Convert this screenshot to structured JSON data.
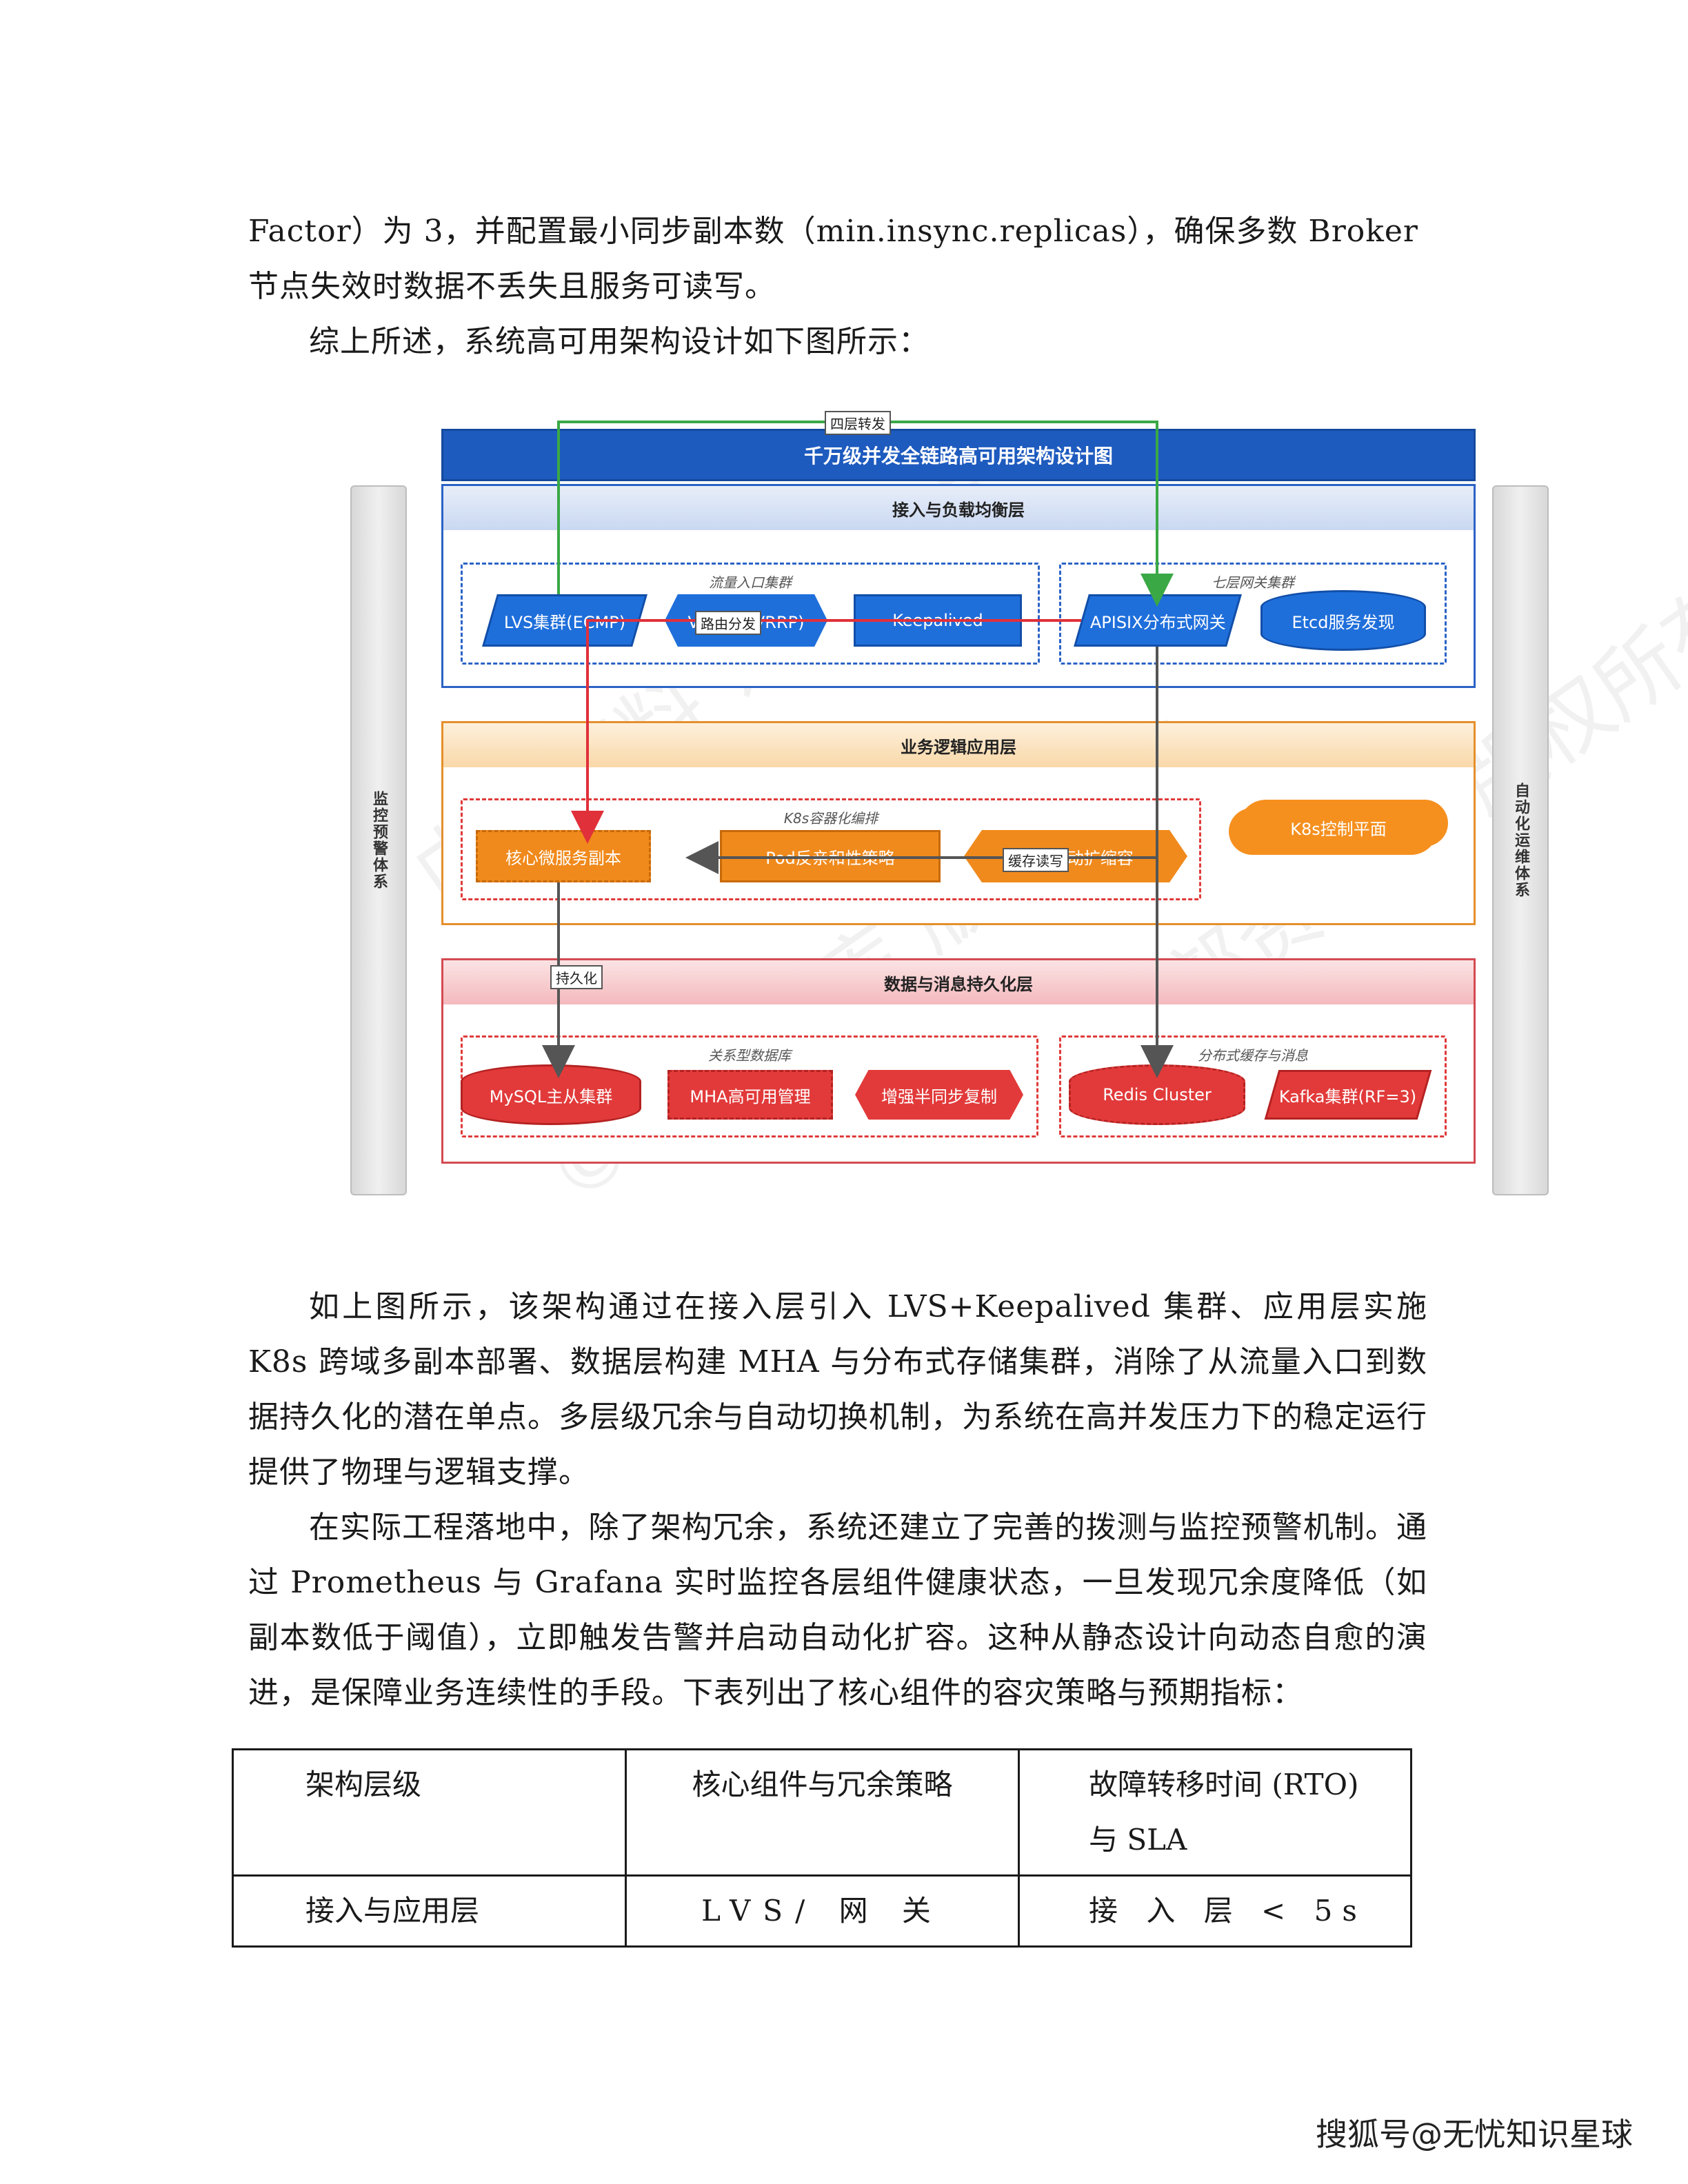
{
  "paragraphs": {
    "p1": "Factor）为 3，并配置最小同步副本数（min.insync.replicas），确保多数 Broker 节点失效时数据不丢失且服务可读写。",
    "p2": "综上所述，系统高可用架构设计如下图所示：",
    "p3": "如上图所示，该架构通过在接入层引入 LVS+Keepalived 集群、应用层实施 K8s 跨域多副本部署、数据层构建 MHA 与分布式存储集群，消除了从流量入口到数据持久化的潜在单点。多层级冗余与自动切换机制，为系统在高并发压力下的稳定运行提供了物理与逻辑支撑。",
    "p4": "在实际工程落地中，除了架构冗余，系统还建立了完善的拨测与监控预警机制。通过 Prometheus 与 Grafana 实时监控各层组件健康状态，一旦发现冗余度降低（如副本数低于阈值），立即触发告警并启动自动化扩容。这种从静态设计向动态自愈的演进，是保障业务连续性的手段。下表列出了核心组件的容灾策略与预期指标："
  },
  "diagram": {
    "title": "千万级并发全链路高可用架构设计图",
    "left_sidebar": "监控预警体系",
    "right_sidebar": "自动化运维体系",
    "layers": {
      "access": "接入与负载均衡层",
      "app": "业务逻辑应用层",
      "data": "数据与消息持久化层"
    },
    "groups": {
      "traffic": "流量入口集群",
      "gateway": "七层网关集群",
      "k8s": "K8s容器化编排",
      "rdb": "关系型数据库",
      "dist": "分布式缓存与消息"
    },
    "nodes": {
      "lvs": "LVS集群(ECMP)",
      "vip": "VIP漂移(VRRP)",
      "keepalived": "Keepalived",
      "apisix": "APISIX分布式网关",
      "etcd": "Etcd服务发现",
      "micro": "核心微服务副本",
      "pod": "Pod反亲和性策略",
      "hpa": "HPA自动扩缩容",
      "k8s_ctrl": "K8s控制平面",
      "mysql": "MySQL主从集群",
      "mha": "MHA高可用管理",
      "semisync": "增强半同步复制",
      "redis": "Redis Cluster",
      "kafka": "Kafka集群(RF=3)"
    },
    "arrows": {
      "l4": "四层转发",
      "route": "路由分发",
      "cache": "缓存读写",
      "persist": "持久化"
    },
    "watermark": [
      "内部资料 请勿外传",
      "©无忧智库 版权所有",
      "内部资料库 版权所有"
    ]
  },
  "table": {
    "headers": [
      "架构层级",
      "核心组件与冗余策略",
      "故障转移时间 (RTO) 与 SLA"
    ],
    "rows": [
      [
        "接入与应用层",
        "LVS/ 网 关",
        "接 入 层 < 5s"
      ]
    ]
  },
  "footer": "搜狐号@无忧知识星球",
  "colors": {
    "blue": "#1f6fdb",
    "orange": "#f08a1c",
    "red": "#e23a3a",
    "green_arrow": "#3aa845",
    "red_arrow": "#e0303a"
  }
}
